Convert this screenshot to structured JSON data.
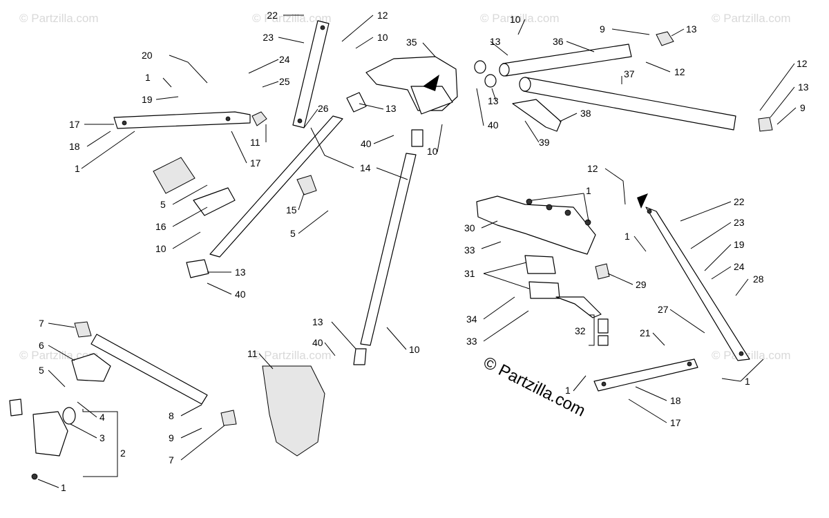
{
  "watermark": "© Partzilla.com",
  "copyright": "© Partzilla.com",
  "labels": {
    "l22a": "22",
    "l12a": "12",
    "l10a": "10",
    "l23a": "23",
    "l24a": "24",
    "l25a": "25",
    "l20": "20",
    "l1a": "1",
    "l19a": "19",
    "l17a": "17",
    "l18a": "18",
    "l1b": "1",
    "l11a": "11",
    "l17b": "17",
    "l26": "26",
    "l35": "35",
    "l13a": "13",
    "l40a": "40",
    "l10b": "10",
    "l14": "14",
    "l5a": "5",
    "l16": "16",
    "l10c": "10",
    "l15": "15",
    "l5b": "5",
    "l13b": "13",
    "l40b": "40",
    "l10d": "10",
    "l9a": "9",
    "l13c": "13",
    "l36": "36",
    "l13d": "13",
    "l12b": "12",
    "l37": "37",
    "l13e": "13",
    "l40c": "40",
    "l38": "38",
    "l39": "39",
    "l12c": "12",
    "l13f": "13",
    "l9b": "9",
    "l12d": "12",
    "l1c": "1",
    "l30": "30",
    "l33a": "33",
    "l31": "31",
    "l34": "34",
    "l33b": "33",
    "l32": "32",
    "l29": "29",
    "l22b": "22",
    "l23b": "23",
    "l1d": "1",
    "l19b": "19",
    "l24b": "24",
    "l28": "28",
    "l27": "27",
    "l21": "21",
    "l1e": "1",
    "l18b": "18",
    "l17c": "17",
    "l1f": "1",
    "l7a": "7",
    "l6": "6",
    "l5c": "5",
    "l4": "4",
    "l3": "3",
    "l2": "2",
    "l1g": "1",
    "l8": "8",
    "l9c": "9",
    "l7b": "7",
    "l11b": "11",
    "l13g": "13",
    "l40d": "40",
    "l10e": "10"
  }
}
